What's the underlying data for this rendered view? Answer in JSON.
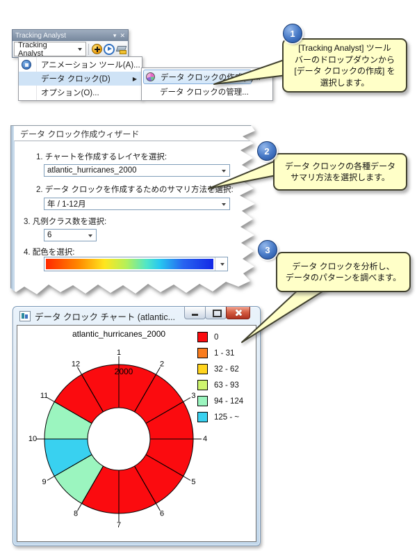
{
  "icons": {
    "toolbar_menu_arrow": "▾",
    "toolbar_close": "✕",
    "submenu_arrow": "▶"
  },
  "toolbar_window": {
    "title": "Tracking Analyst",
    "dropdown_label": "Tracking Analyst",
    "menu_items": [
      {
        "label": "アニメーション ツール(A)...",
        "icon": "animation-tools-icon"
      },
      {
        "label": "データ クロック(D)",
        "has_submenu": true,
        "highlighted": true
      },
      {
        "label": "オプション(O)..."
      }
    ],
    "submenu_items": [
      {
        "label": "データ クロックの作成(C)...",
        "icon": "create-data-clock-icon",
        "highlighted": true
      },
      {
        "label": "データ クロックの管理..."
      }
    ]
  },
  "callouts": [
    {
      "number": "1",
      "lines": [
        "[Tracking Analyst] ツール",
        "バーのドロップダウンから",
        "[データ クロックの作成] を",
        "選択します。"
      ]
    },
    {
      "number": "2",
      "lines": [
        "データ クロックの各種データ",
        "サマリ方法を選択します。"
      ]
    },
    {
      "number": "3",
      "lines": [
        "データ クロックを分析し、",
        "データのパターンを調べます。"
      ]
    }
  ],
  "wizard": {
    "title": "データ クロック作成ウィザード",
    "fields": [
      {
        "label": "1. チャートを作成するレイヤを選択:",
        "value": "atlantic_hurricanes_2000"
      },
      {
        "label": "2. データ クロックを作成するためのサマリ方法を選択:",
        "value": "年 / 1-12月"
      },
      {
        "label": "3. 凡例クラス数を選択:",
        "value": "6"
      },
      {
        "label": "4. 配色を選択:"
      }
    ],
    "ramp_colors": [
      "#FF2800 0%",
      "#FF8C00 20%",
      "#FFE61E 35%",
      "#B4F05A 48%",
      "#50E6C8 60%",
      "#28C8F0 68%",
      "#2864F0 82%",
      "#1428E6 100%"
    ]
  },
  "chart_window": {
    "title": "データ クロック チャート (atlantic..."
  },
  "chart_data": {
    "type": "pie",
    "subtype": "data-clock-donut",
    "title": "atlantic_hurricanes_2000",
    "ring_label": "2000",
    "legend_position": "right",
    "legend": [
      {
        "label": "0",
        "color": "#FB0B0F"
      },
      {
        "label": "1 - 31",
        "color": "#F97C1E"
      },
      {
        "label": "32 - 62",
        "color": "#FFD41E"
      },
      {
        "label": "63 - 93",
        "color": "#CEF56E"
      },
      {
        "label": "94 - 124",
        "color": "#9BF5BF"
      },
      {
        "label": "125 - ~",
        "color": "#39D1F0"
      }
    ],
    "wedges": [
      {
        "category": "1",
        "class_index": 0
      },
      {
        "category": "2",
        "class_index": 0
      },
      {
        "category": "3",
        "class_index": 0
      },
      {
        "category": "4",
        "class_index": 0
      },
      {
        "category": "5",
        "class_index": 0
      },
      {
        "category": "6",
        "class_index": 0
      },
      {
        "category": "7",
        "class_index": 0
      },
      {
        "category": "8",
        "class_index": 4
      },
      {
        "category": "9",
        "class_index": 5
      },
      {
        "category": "10",
        "class_index": 4
      },
      {
        "category": "11",
        "class_index": 0
      },
      {
        "category": "12",
        "class_index": 0
      }
    ]
  }
}
